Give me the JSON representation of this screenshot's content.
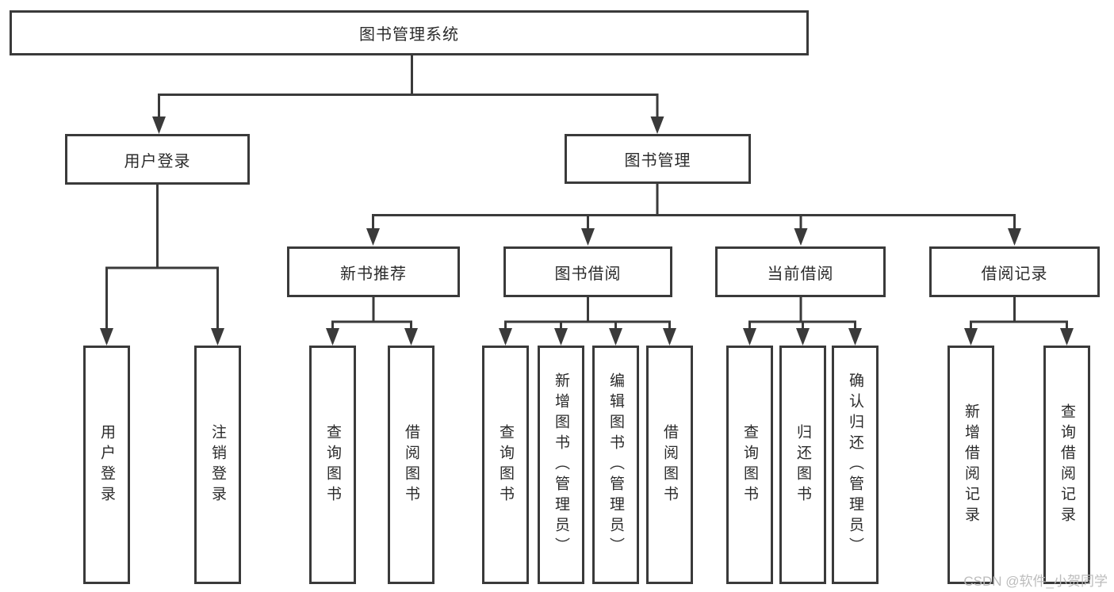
{
  "colors": {
    "line": "#3a3a3a",
    "text": "#2b2b2b",
    "box_background": "#ffffff",
    "watermark_gray": "#b9b9b9"
  },
  "watermark": "CSDN @软件_小贺同学",
  "tree": {
    "root": "图书管理系统",
    "children": [
      {
        "label": "用户登录",
        "children": [
          "用户登录",
          "注销登录"
        ]
      },
      {
        "label": "图书管理",
        "children": [
          {
            "label": "新书推荐",
            "children": [
              "查询图书",
              "借阅图书"
            ]
          },
          {
            "label": "图书借阅",
            "children": [
              "查询图书",
              "新增图书（管理员）",
              "编辑图书（管理员）",
              "借阅图书"
            ]
          },
          {
            "label": "当前借阅",
            "children": [
              "查询图书",
              "归还图书",
              "确认归还（管理员）"
            ]
          },
          {
            "label": "借阅记录",
            "children": [
              "新增借阅记录",
              "查询借阅记录"
            ]
          }
        ]
      }
    ]
  }
}
